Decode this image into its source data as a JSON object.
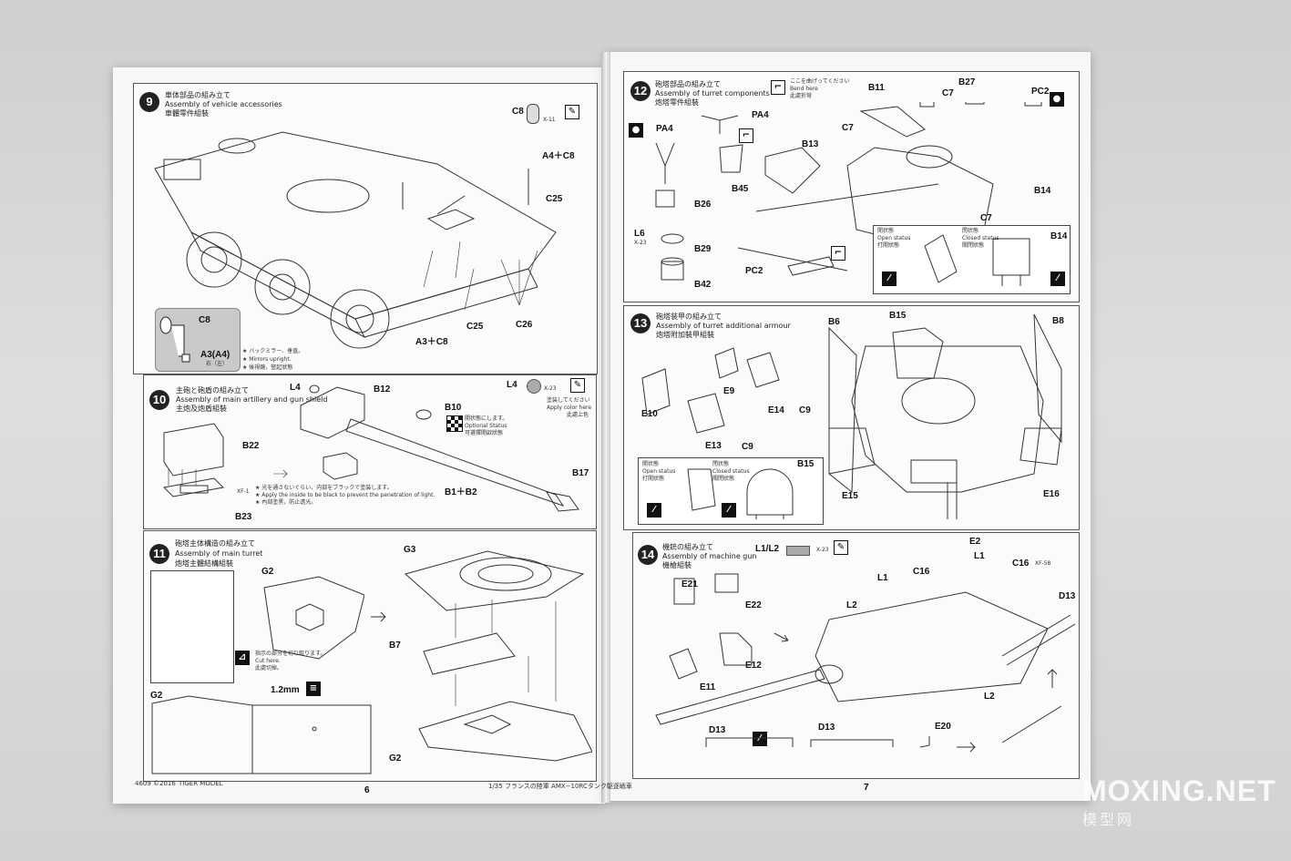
{
  "steps": {
    "s9": {
      "num": "9",
      "jp": "車体部品の組み立て",
      "en": "Assembly of vehicle accessories",
      "cn": "車體零件組裝",
      "labels": {
        "c8": "C8",
        "x11": "X-11",
        "a4c8": "A4＋C8",
        "c25a": "C25",
        "c25b": "C25",
        "c26": "C26",
        "a3c8": "A3＋C8"
      },
      "inset": {
        "c8": "C8",
        "a3a4": "A3(A4)",
        "lr": "右（左）",
        "n1": "★ バックミラー、垂直。",
        "n2": "★ Mirrors upright.",
        "n3": "★ 後視鏡，豎起狀態"
      }
    },
    "s10": {
      "num": "10",
      "jp": "主砲と砲盾の組み立て",
      "en": "Assembly of main artillery and gun shield",
      "cn": "主炮及炮盾組裝",
      "labels": {
        "l4a": "L4",
        "b12": "B12",
        "l4b": "L4",
        "x23": "X-23",
        "b10": "B10",
        "b22": "B22",
        "b1b2": "B1＋B2",
        "b17": "B17",
        "b23": "B23"
      },
      "paint": {
        "jp": "塗装してください",
        "en": "Apply color here",
        "cn": "此處上色"
      },
      "option": {
        "jp": "開状態にします。",
        "en": "Optional Status",
        "cn": "可選擇開啟狀態"
      },
      "xf1": {
        "code": "XF-1",
        "l1": "★ 光を通さないぐらい、内部をブラックで塗装します。",
        "l2": "★ Apply the inside to be black to prevent the penetration of light.",
        "l3": "★ 內部塗黑，防止透光。"
      }
    },
    "s11": {
      "num": "11",
      "jp": "砲塔主体構造の組み立て",
      "en": "Assembly of main turret",
      "cn": "炮塔主體結構組裝",
      "labels": {
        "g2a": "G2",
        "g3": "G3",
        "b7": "B7",
        "g2b": "G2",
        "g2c": "G2",
        "mm": "1.2mm"
      },
      "cut": {
        "jp": "指示の部分を切り取ります。",
        "en": "Cut here.",
        "cn": "此處切掉。"
      }
    },
    "s12": {
      "num": "12",
      "jp": "砲塔部品の組み立て",
      "en": "Assembly of turret components",
      "cn": "炮塔零件組裝",
      "bend": {
        "jp": "ここを曲げってください",
        "en": "Bend here",
        "cn": "此處折彎"
      },
      "labels": {
        "b11": "B11",
        "b27": "B27",
        "c7a": "C7",
        "pc2a": "PC2",
        "pa4a": "PA4",
        "pa4b": "PA4",
        "c7b": "C7",
        "b13": "B13",
        "b26": "B26",
        "b45": "B45",
        "b14a": "B14",
        "l6": "L6",
        "x23": "X-23",
        "b29": "B29",
        "c7c": "C7",
        "b42": "B42",
        "pc2b": "PC2",
        "b14b": "B14"
      },
      "open": {
        "jp": "開状態",
        "en": "Open status",
        "cn": "打開狀態"
      },
      "closed": {
        "jp": "閉状態",
        "en": "Closed status",
        "cn": "關閉狀態"
      }
    },
    "s13": {
      "num": "13",
      "jp": "砲塔装甲の組み立て",
      "en": "Assembly of turret additional armour",
      "cn": "炮塔附加裝甲組裝",
      "labels": {
        "b6": "B6",
        "b15a": "B15",
        "b8": "B8",
        "e9": "E9",
        "e14": "E14",
        "c9a": "C9",
        "e10": "E10",
        "e13": "E13",
        "c9b": "C9",
        "b15b": "B15",
        "e15": "E15",
        "e16": "E16"
      },
      "open": {
        "jp": "開状態",
        "en": "Open status",
        "cn": "打開狀態"
      },
      "closed": {
        "jp": "閉状態",
        "en": "Closed status",
        "cn": "關閉狀態"
      }
    },
    "s14": {
      "num": "14",
      "jp": "機銃の組み立て",
      "en": "Assembly of machine gun",
      "cn": "機槍組裝",
      "labels": {
        "l1l2": "L1/L2",
        "x23": "X-23",
        "e2": "E2",
        "l1a": "L1",
        "c16a": "C16",
        "c16b": "C16",
        "xf58": "XF-58",
        "l1b": "L1",
        "e21": "E21",
        "d13a": "D13",
        "l2a": "L2",
        "e22": "E22",
        "e12": "E12",
        "e11": "E11",
        "l2b": "L2",
        "d13b": "D13",
        "d13c": "D13",
        "e20": "E20"
      }
    }
  },
  "footer": {
    "code": "4609",
    "copy": "©2016",
    "brand": "TIGER MODEL",
    "title": "1/35 フランスの陸軍 AMX−10RCタンク駆逐戦車",
    "page_left": "6",
    "page_right": "7"
  },
  "watermark": {
    "main": "MOXING.NET",
    "sub": "模型网"
  }
}
